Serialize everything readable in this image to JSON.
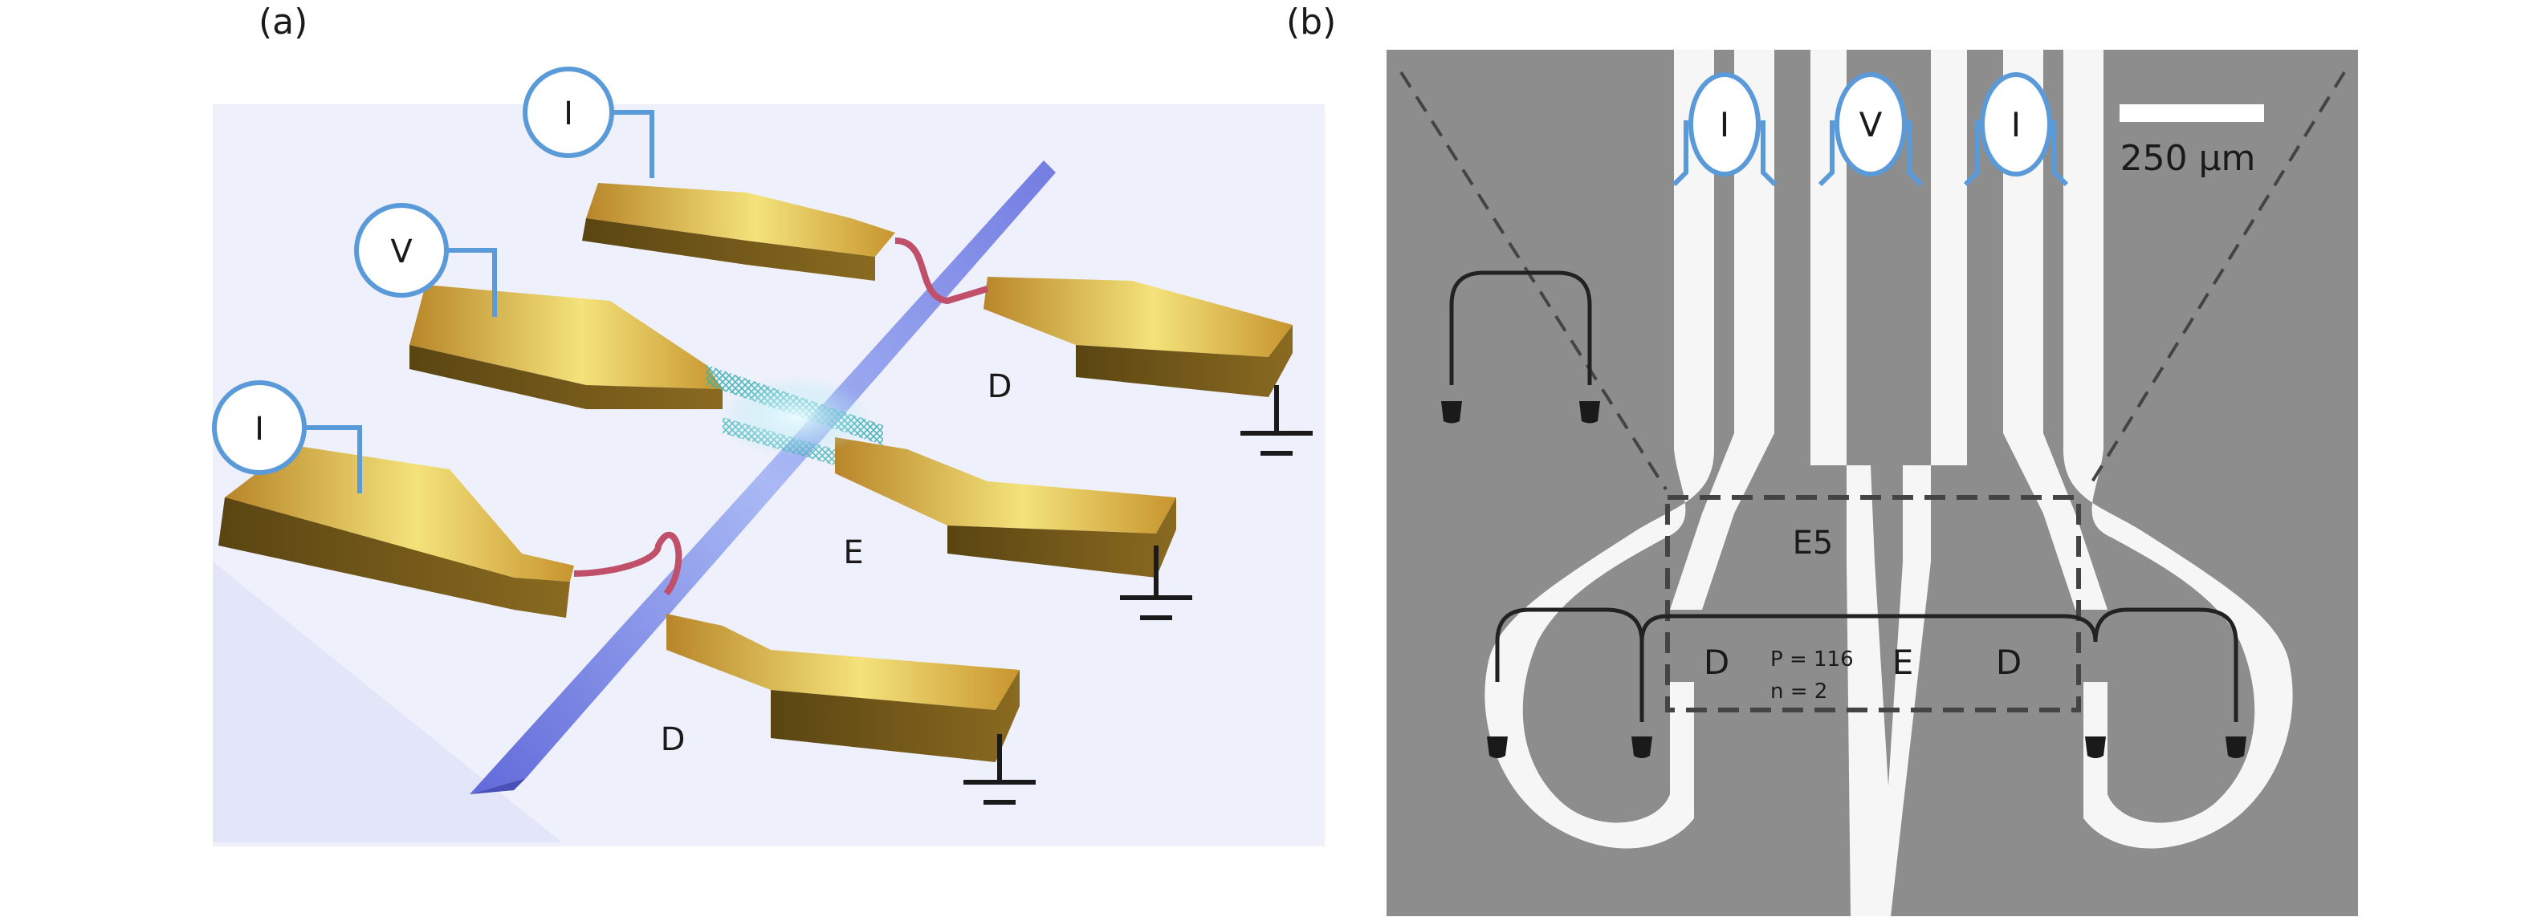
{
  "panel_a": {
    "label": "(a)",
    "probes": [
      "I",
      "V",
      "I"
    ],
    "regions": [
      "D",
      "E",
      "D"
    ]
  },
  "panel_b": {
    "label": "(b)",
    "probes": [
      "I",
      "V",
      "I"
    ],
    "scale_bar": "250 μm",
    "box_label": "E5",
    "regions": [
      "D",
      "E",
      "D"
    ],
    "params": [
      "P = 116",
      "n = 2"
    ]
  },
  "colors": {
    "probe_blue": "#5b9ad8",
    "gold": "#d9ad3a",
    "waveguide": "#7d86e6",
    "substrate": "#8a8a8a",
    "metal": "#f6f6f6"
  }
}
